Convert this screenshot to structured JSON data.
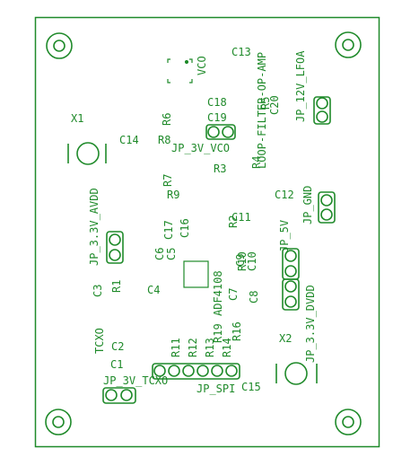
{
  "board": {
    "silkscreen_color": "#1f8a2a",
    "background_color": "#ffffff"
  },
  "labels": {
    "c13": "C13",
    "vco": "VCO",
    "loop_filter": "LOOP-FILTER-OP-AMP",
    "r5": "R5",
    "c20": "C20",
    "jp_12v_lfoa": "JP_12V_LFOA",
    "c18": "C18",
    "c19": "C19",
    "r6": "R6",
    "x1": "X1",
    "c14": "C14",
    "r8": "R8",
    "jp_3v_vco": "JP_3V_VCO",
    "r4": "R4",
    "r3": "R3",
    "r7": "R7",
    "r9": "R9",
    "c12": "C12",
    "jp_gnd": "JP_GND",
    "jp_3v_avdd": "JP_3.3V_AVDD",
    "c17": "C17",
    "c16": "C16",
    "c11": "C11",
    "r2": "R2",
    "c6": "C6",
    "c5": "C5",
    "jp_5v": "JP_5V",
    "r10": "R10",
    "c9": "C9",
    "c10": "C10",
    "c3": "C3",
    "r1": "R1",
    "c4": "C4",
    "adf4108": "ADF4108",
    "c7": "C7",
    "c8": "C8",
    "jp_3v_dvdd": "JP_3.3V_DVDD",
    "r19": "R19",
    "r16": "R16",
    "tcxo": "TCXO",
    "x2": "X2",
    "c2": "C2",
    "r11": "R11",
    "r12": "R12",
    "r13": "R13",
    "r14": "R14",
    "c1": "C1",
    "jp_3v_tcxo": "JP_3V_TCXO",
    "jp_spi": "JP_SPI",
    "c15": "C15"
  }
}
